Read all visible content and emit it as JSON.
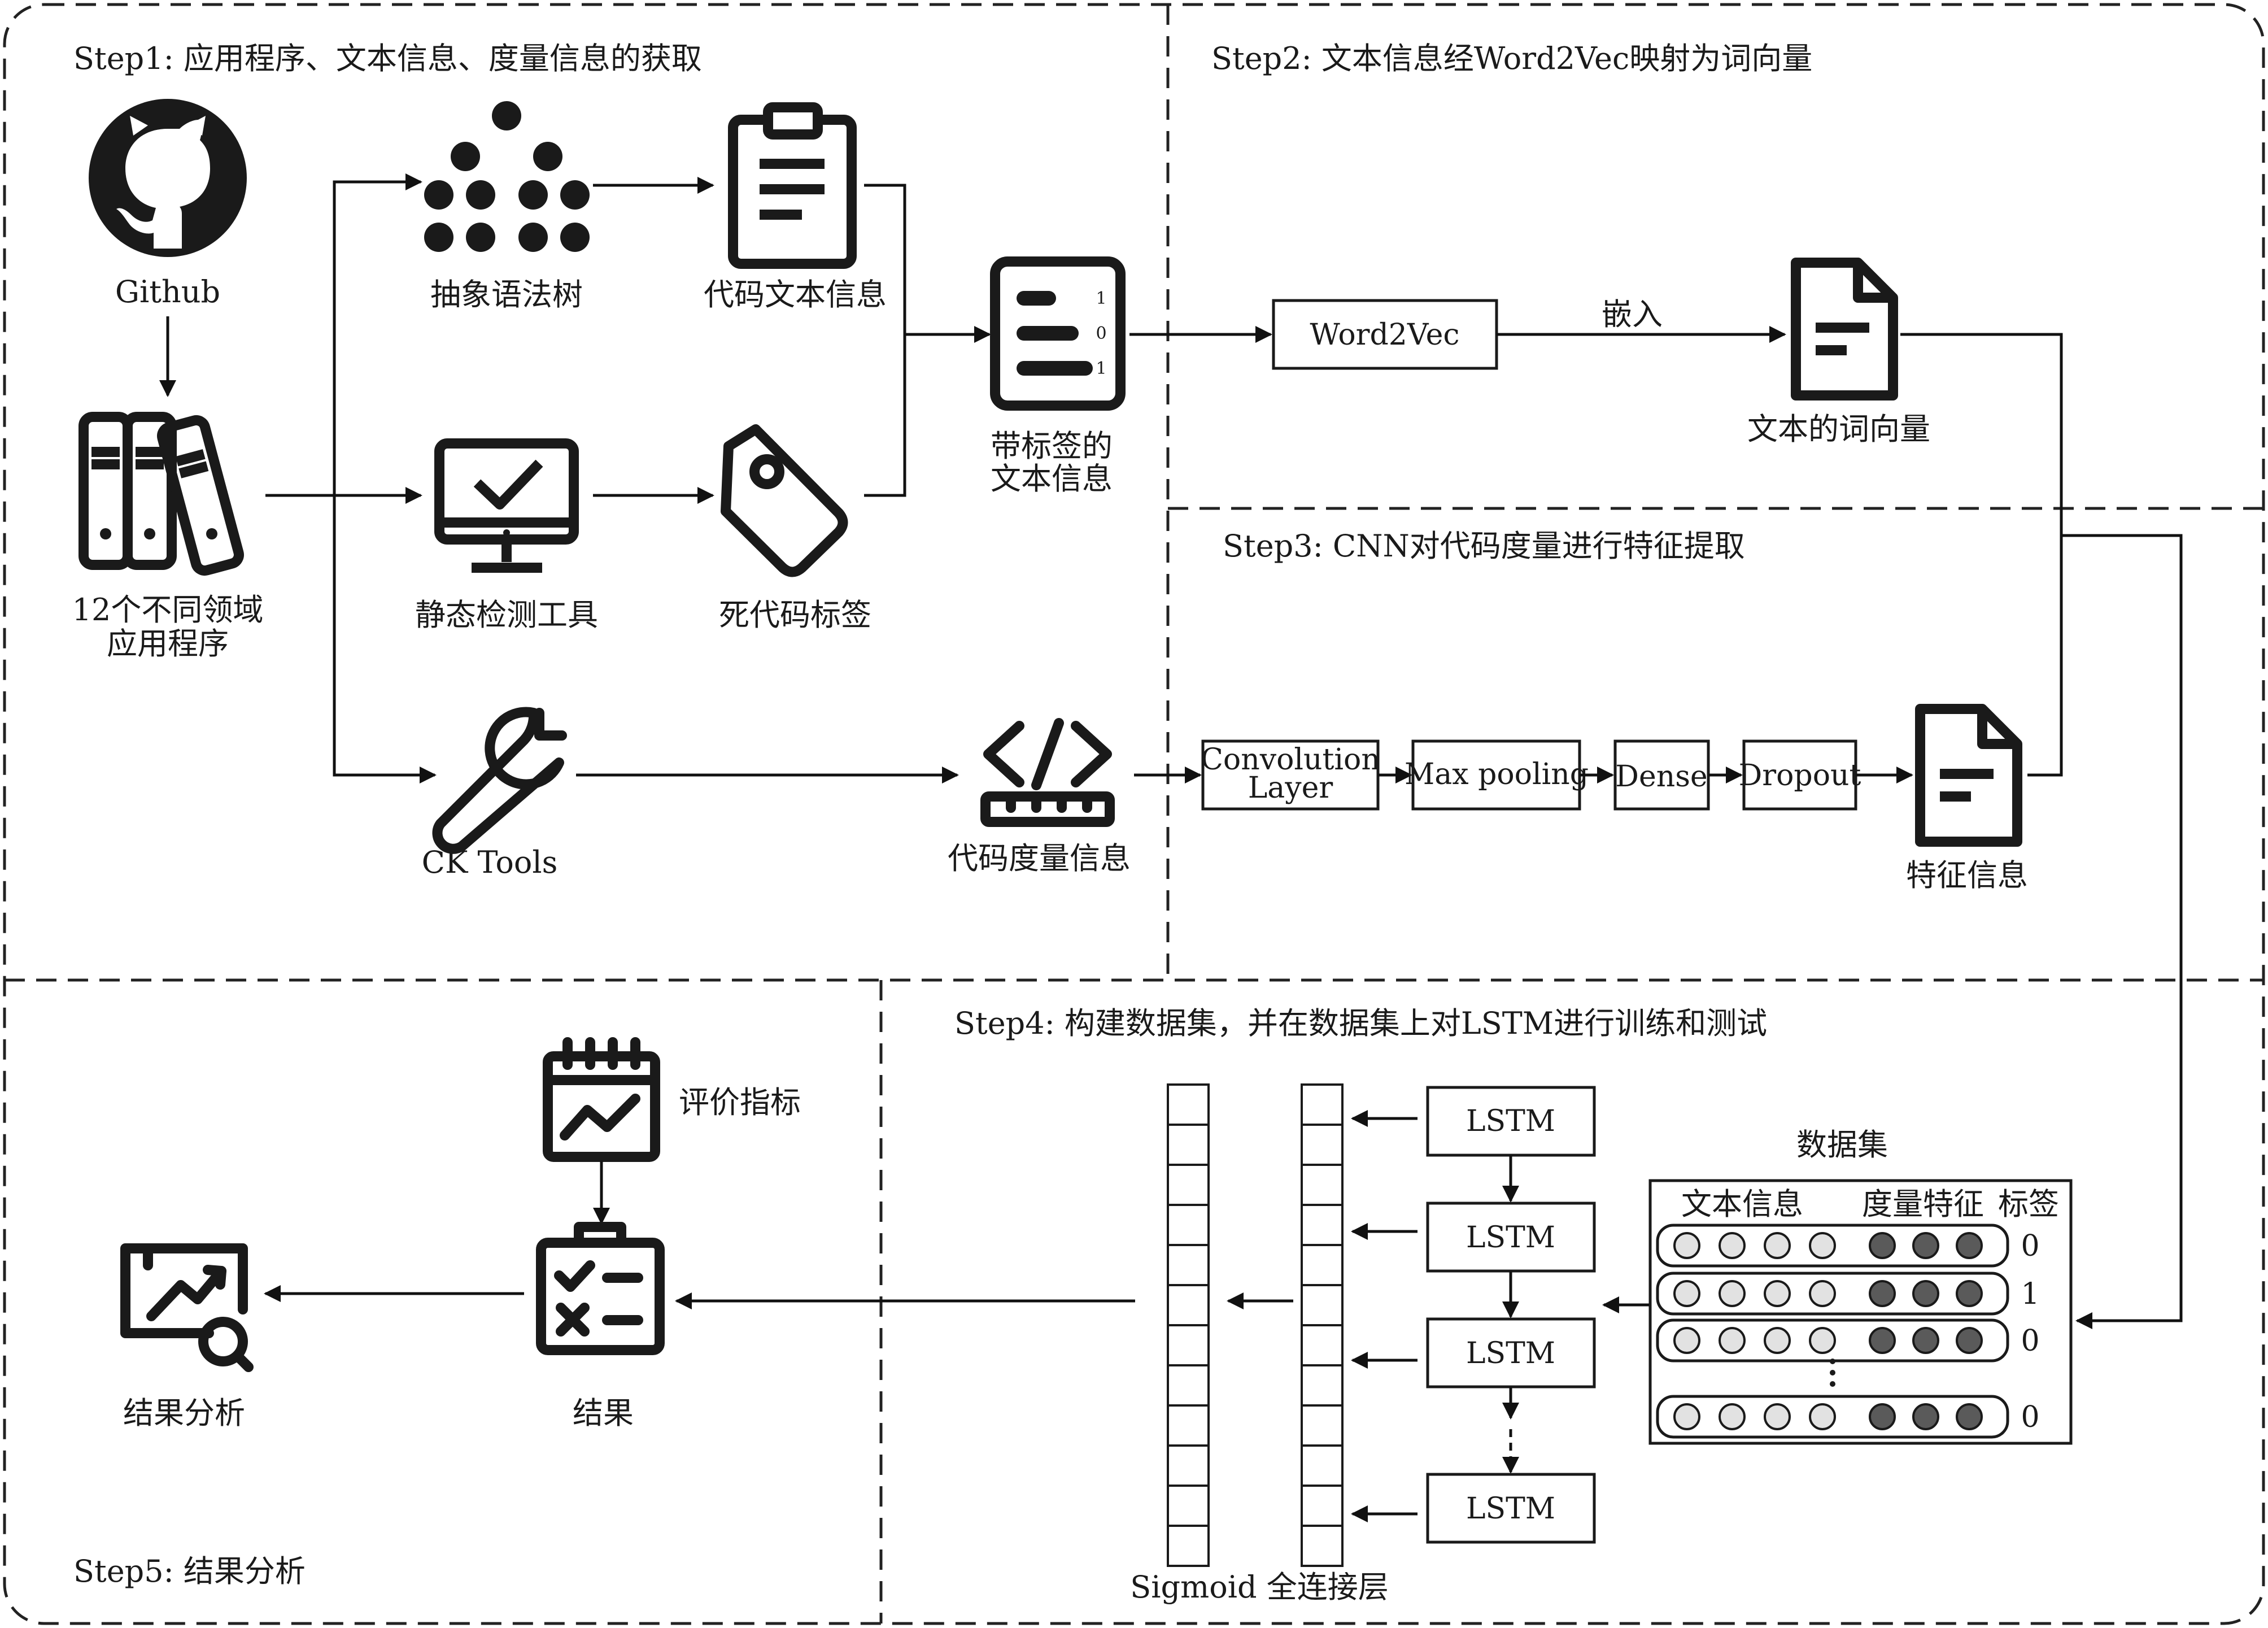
{
  "step1": {
    "title": "Step1: 应用程序、文本信息、度量信息的获取",
    "github": "Github",
    "apps": [
      "12个不同领域",
      "应用程序"
    ],
    "ast": "抽象语法树",
    "code_text": "代码文本信息",
    "labeled_text": [
      "带标签的",
      "文本信息"
    ],
    "static_tool": "静态检测工具",
    "dead_code_label": "死代码标签",
    "ck_tools": "CK Tools",
    "code_metrics": "代码度量信息",
    "doc_digits": [
      "1",
      "0",
      "1"
    ]
  },
  "step2": {
    "title": "Step2: 文本信息经Word2Vec映射为词向量",
    "word2vec": "Word2Vec",
    "embed": "嵌入",
    "word_vectors": "文本的词向量"
  },
  "step3": {
    "title": "Step3: CNN对代码度量进行特征提取",
    "conv": [
      "Convolution",
      "Layer"
    ],
    "maxpool": "Max pooling",
    "dense": "Dense",
    "dropout": "Dropout",
    "features": "特征信息"
  },
  "step4": {
    "title": "Step4: 构建数据集，并在数据集上对LSTM进行训练和测试",
    "lstm": "LSTM",
    "dataset": "数据集",
    "col_text": "文本信息",
    "col_metric": "度量特征",
    "col_label": "标签",
    "row_labels": [
      "0",
      "1",
      "0",
      "0"
    ],
    "sigmoid": "Sigmoid 全连接层"
  },
  "step5": {
    "title": "Step5: 结果分析",
    "metrics": "评价指标",
    "result": "结果",
    "analysis": "结果分析"
  }
}
